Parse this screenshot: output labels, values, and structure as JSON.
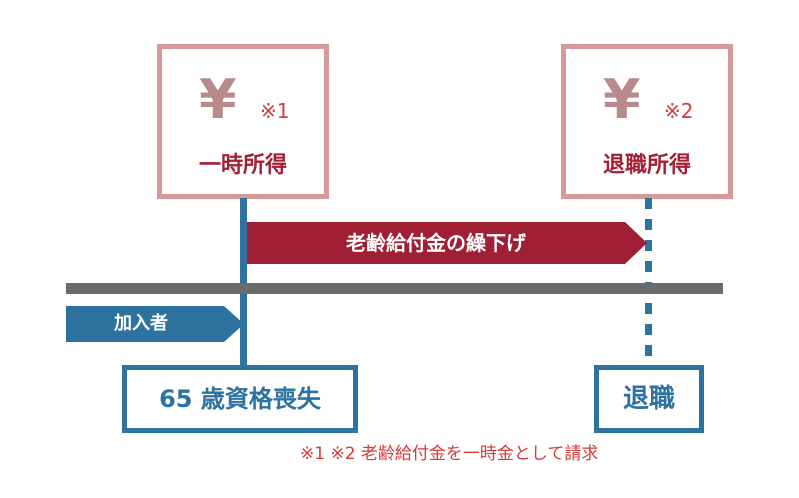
{
  "income_boxes": [
    {
      "yen": "¥",
      "note": "※1",
      "label": "一時所得"
    },
    {
      "yen": "¥",
      "note": "※2",
      "label": "退職所得"
    }
  ],
  "arrows": {
    "pension_deferral": "老齢給付金の繰下げ",
    "member": "加入者"
  },
  "events": {
    "age65": "65 歳資格喪失",
    "retirement": "退職"
  },
  "footnote": "※1 ※2  老齢給付金を一時金として請求",
  "colors": {
    "pink_border": "#d69a9a",
    "crimson": "#a01f35",
    "blue": "#2e72a0",
    "gray_line": "#6b6b6b",
    "note_red": "#d63a3a"
  }
}
